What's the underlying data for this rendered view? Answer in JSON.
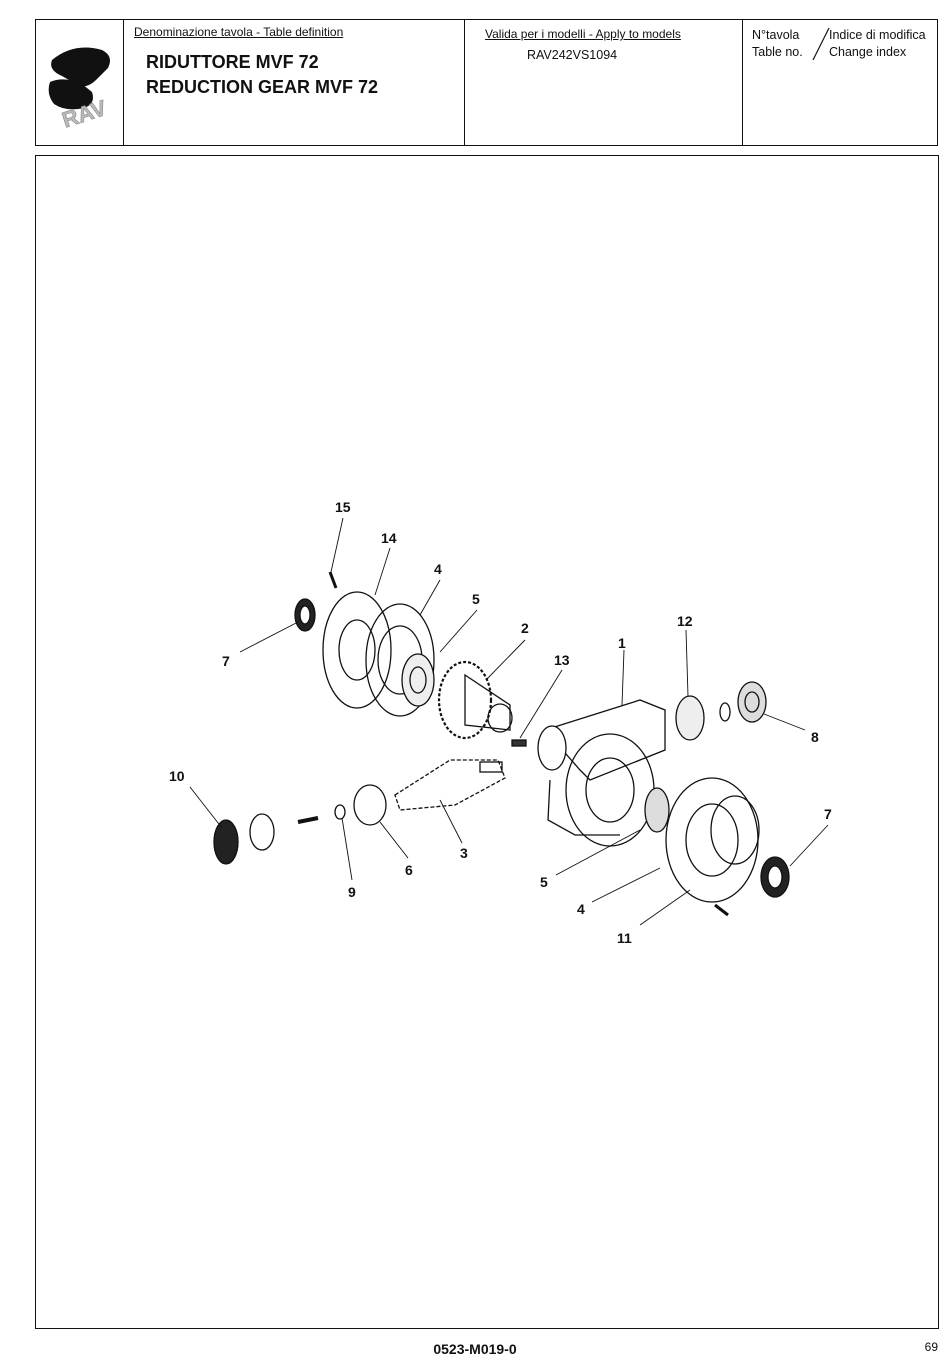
{
  "header": {
    "definition_label": "Denominazione tavola - Table definition",
    "title_it": "RIDUTTORE MVF 72",
    "title_en": "REDUCTION GEAR MVF 72",
    "models_label": "Valida per i modelli - Apply to models",
    "models_value": "RAV242VS1094",
    "table_no_it": "N°tavola",
    "table_no_en": "Table no.",
    "change_index_it": "Indice di modifica",
    "change_index_en": "Change index",
    "logo_text": "RAV"
  },
  "diagram": {
    "callouts": [
      "15",
      "14",
      "4",
      "5",
      "2",
      "13",
      "1",
      "12",
      "7",
      "8",
      "10",
      "9",
      "6",
      "3",
      "5",
      "4",
      "11",
      "7"
    ]
  },
  "footer": {
    "code": "0523-M019-0",
    "page": "69"
  }
}
